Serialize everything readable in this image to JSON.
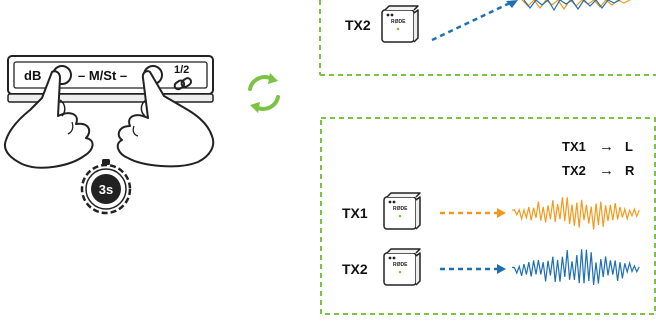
{
  "top_panel": {
    "tx_label": "TX2",
    "device_brand": "RØDE",
    "signal_color": "#1f6fb5"
  },
  "receiver": {
    "left_button_label": "dB",
    "mode_label": "– M/St –",
    "right_button_label": "1/2",
    "link_symbol": "link-icon",
    "hold_time": "3s"
  },
  "sync_icon": {
    "color": "#7cc243",
    "name": "refresh-arrows-icon"
  },
  "bottom_panel": {
    "mapping": [
      {
        "source": "TX1",
        "arrow": "→",
        "channel": "L"
      },
      {
        "source": "TX2",
        "arrow": "→",
        "channel": "R"
      }
    ],
    "transmitters": [
      {
        "label": "TX1",
        "brand": "RØDE",
        "color": "#f39a1e"
      },
      {
        "label": "TX2",
        "brand": "RØDE",
        "color": "#1f6fb5"
      }
    ],
    "border_color": "#7cc243"
  }
}
